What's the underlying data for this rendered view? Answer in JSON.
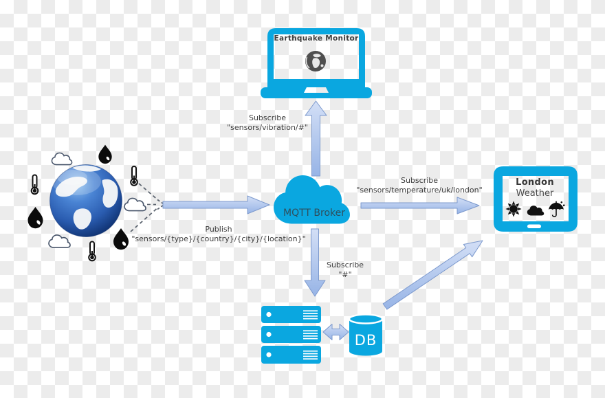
{
  "colors": {
    "brand_blue": "#0aa7e0",
    "arrow_fill_light": "#cbdaf4",
    "arrow_fill_dark": "#9db9e8",
    "arrow_border": "#7c99cd",
    "dashed_line": "#5d6570",
    "label_text": "#3d3d3d",
    "broker_text": "#2e4f5e",
    "checker_light": "#ffffff",
    "checker_dark": "#ececec"
  },
  "nodes": {
    "sensor_sources": {
      "description_icons": [
        "earth-icon",
        "cloud-icon",
        "thermometer-icon",
        "water-drop-icon"
      ]
    },
    "earthquake_monitor": {
      "title": "Earthquake Monitor",
      "device": "laptop",
      "icon": "globe-icon"
    },
    "mqtt_broker": {
      "label": "MQTT Broker",
      "icon": "cloud-icon"
    },
    "london_weather": {
      "title": "London",
      "subtitle": "Weather",
      "device": "tablet",
      "icons": [
        "sun-icon",
        "cloud-icon",
        "umbrella-icon"
      ]
    },
    "server_stack": {
      "rows": 3,
      "icon": "server-stack-icon"
    },
    "database": {
      "label": "DB",
      "icon": "database-cylinder-icon"
    }
  },
  "edges": {
    "publish_sensors": {
      "action": "Publish",
      "topic": "\"sensors/{type}/{country}/{city}/{location}\""
    },
    "subscribe_vibration": {
      "action": "Subscribe",
      "topic": "\"sensors/vibration/#\""
    },
    "subscribe_temperature": {
      "action": "Subscribe",
      "topic": "\"sensors/temperature/uk/london\""
    },
    "subscribe_all": {
      "action": "Subscribe",
      "topic": "\"#\""
    }
  }
}
